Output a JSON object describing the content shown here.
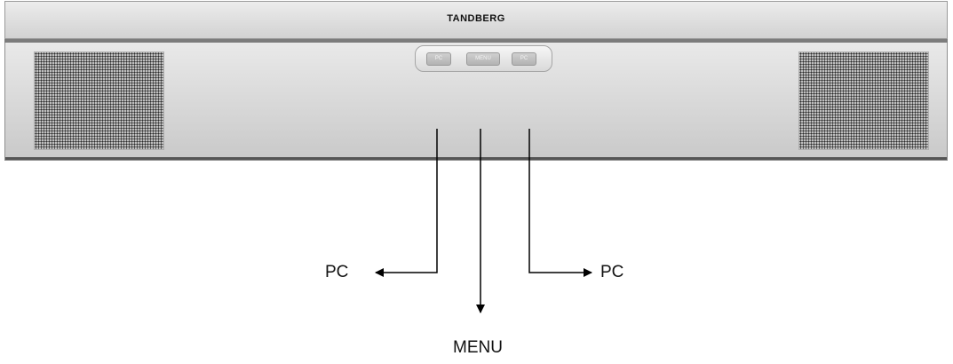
{
  "device": {
    "brand": "TANDBERG",
    "buttons": [
      {
        "label": "PC"
      },
      {
        "label": "MENU"
      },
      {
        "label": "PC"
      }
    ]
  },
  "callouts": {
    "left": "PC",
    "menu": "MENU",
    "right": "PC"
  },
  "colors": {
    "device_body": "#d9d9d9",
    "grille_dots": "#2b2b2b",
    "lines": "#000000"
  }
}
